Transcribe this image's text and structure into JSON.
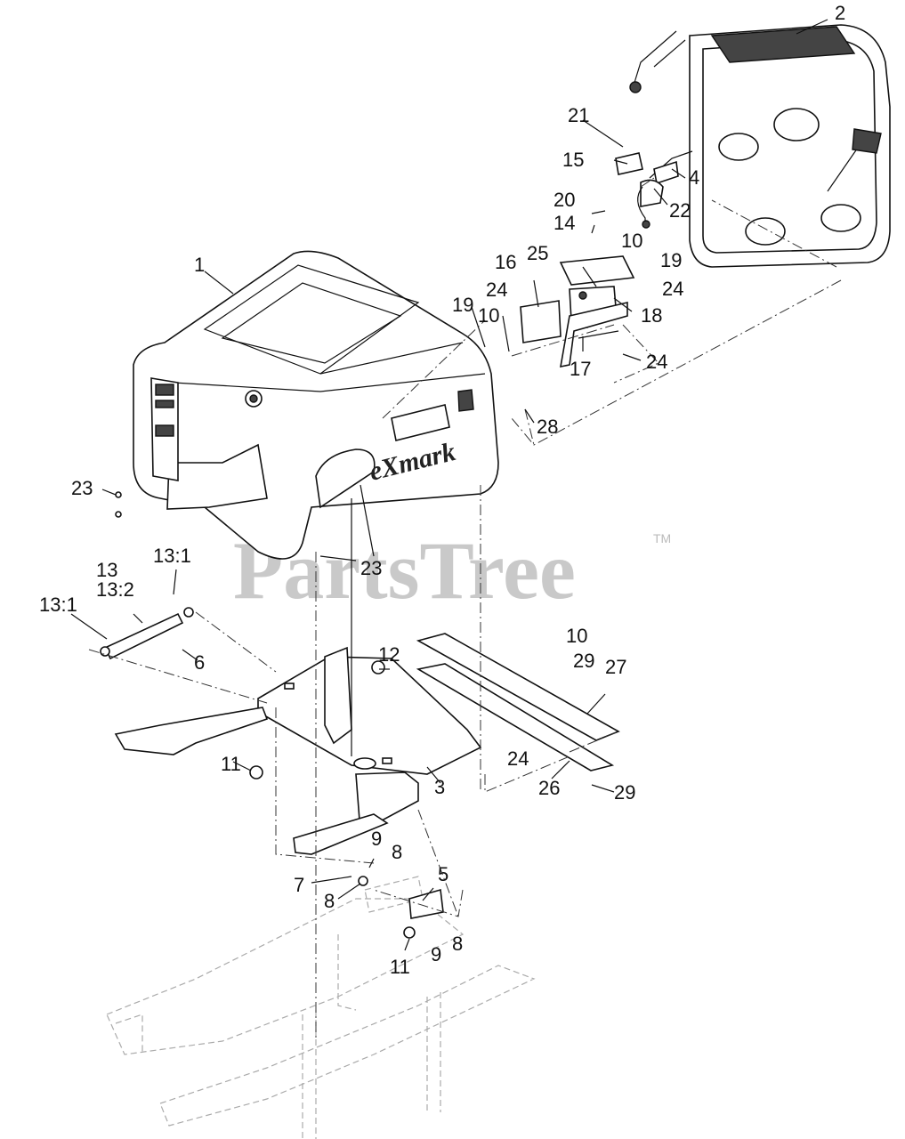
{
  "watermark": "PartsTree",
  "trademark": "TM",
  "brand": "eXmark",
  "callouts": [
    "1",
    "2",
    "3",
    "4",
    "5",
    "6",
    "7",
    "8",
    "9",
    "10",
    "11",
    "12",
    "13",
    "13:1",
    "13:2",
    "14",
    "15",
    "16",
    "17",
    "18",
    "19",
    "20",
    "21",
    "22",
    "23",
    "24",
    "25",
    "26",
    "27",
    "28",
    "29"
  ]
}
